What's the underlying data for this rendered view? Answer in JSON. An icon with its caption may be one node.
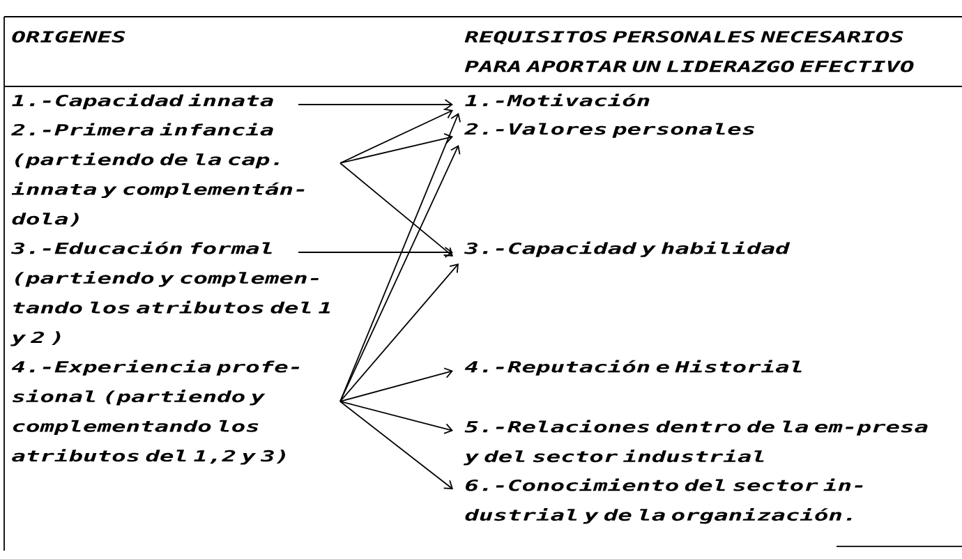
{
  "diagram": {
    "nodes": [
      {
        "text": [
          "1.-Capacidad innata"
        ]
      },
      {
        "text": [
          "2.-Primera infancia (partiendo de la cap. innata y complementán-dola)"
        ]
      },
      {
        "text": [
          "3.-Educación formal (partiendo y complemen-tando los atributos del 1 y 2 )"
        ]
      },
      {
        "text": [
          "4.-Experiencia profe-sional (partiendo y complementando los atributos del 1,2 y 3)"
        ]
      },
      {
        "text": [
          "1.-Motivación"
        ]
      },
      {
        "text": [
          "2.-Valores personales"
        ]
      },
      {
        "text": [
          "3.-Capacidad y habilidad"
        ]
      },
      {
        "text": [
          "4.-Reputación e Historial"
        ]
      },
      {
        "text": [
          "5.-Relaciones dentro de la em-presa y del sector industrial"
        ]
      },
      {
        "text": [
          "6.-Conocimiento del sector in-dustrial y de la organización."
        ]
      }
    ],
    "edges": [
      {
        "from": 0,
        "to": 4,
        "arrow": "to"
      },
      {
        "from": 1,
        "to": 4,
        "arrow": "to"
      },
      {
        "from": 1,
        "to": 5,
        "arrow": "to"
      },
      {
        "from": 1,
        "to": 6,
        "arrow": "to"
      },
      {
        "from": 2,
        "to": 6,
        "arrow": "to"
      },
      {
        "from": 3,
        "to": 4,
        "arrow": "to"
      },
      {
        "from": 3,
        "to": 5,
        "arrow": "to"
      },
      {
        "from": 3,
        "to": 6,
        "arrow": "to"
      },
      {
        "from": 3,
        "to": 7,
        "arrow": "to"
      },
      {
        "from": 3,
        "to": 8,
        "arrow": "to"
      },
      {
        "from": 3,
        "to": 9,
        "arrow": "to"
      }
    ],
    "labels": [
      "ORIGENES",
      "REQUISITOS PERSONALES NECESARIOS PARA APORTAR UN LIDERAZGO EFECTIVO"
    ]
  }
}
